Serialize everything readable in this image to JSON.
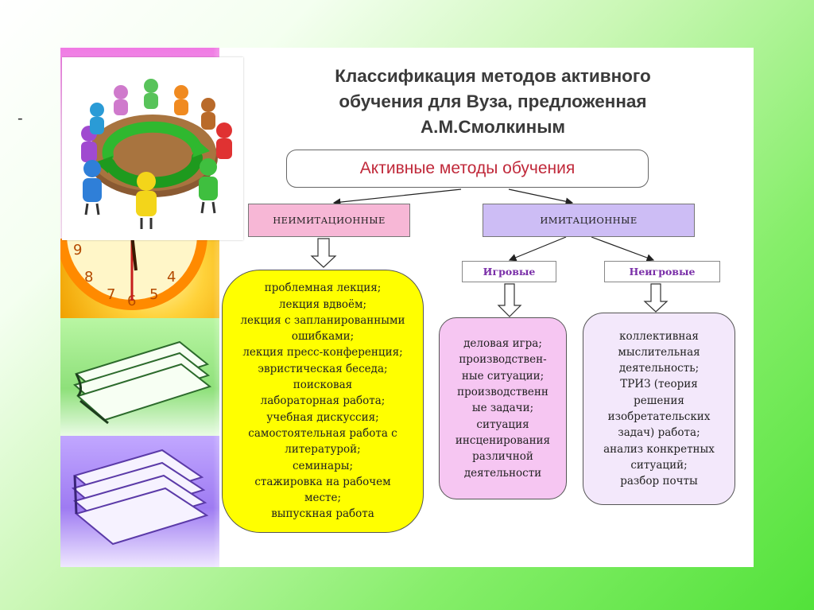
{
  "dash": "-",
  "title": {
    "lines": [
      "Классификация методов активного",
      "обучения для Вуза, предложенная",
      "А.М.Смолкиным"
    ]
  },
  "diagram": {
    "root": "Активные методы обучения",
    "non_imitation": {
      "label": "НЕИМИТАЦИОННЫЕ",
      "items": [
        "проблемная лекция;",
        "лекция вдвоём;",
        "лекция с запланированными",
        "ошибками;",
        "лекция пресс-конференция;",
        "эвристическая беседа;",
        "поисковая",
        "лабораторная работа;",
        "учебная дискуссия;",
        "самостоятельная работа с",
        "литературой;",
        "семинары;",
        "стажировка на рабочем",
        "месте;",
        "выпускная работа"
      ]
    },
    "imitation": {
      "label": "ИМИТАЦИОННЫЕ",
      "game": {
        "label": "Игровые",
        "items": [
          "деловая игра;",
          "производствен-",
          "ные  ситуации;",
          "производственн",
          "ые  задачи;",
          "ситуация",
          "инсценирования",
          "различной",
          "деятельности"
        ]
      },
      "non_game": {
        "label": "Неигровые",
        "items": [
          "коллективная",
          "мыслительная",
          "деятельность;",
          "ТРИЗ (теория",
          "решения",
          "изобретательских",
          "задач)  работа;",
          "анализ конкретных",
          "ситуаций;",
          "разбор почты"
        ]
      }
    }
  },
  "colors": {
    "root_text": "#c0293a",
    "non_imitation_fill": "#f7b7d6",
    "imitation_fill": "#cdbdf5",
    "sub_label_text": "#7a2fa8",
    "left_box_fill": "#ffff00",
    "mid_box_fill": "#f6c6f2",
    "right_box_fill": "#f3e8fb"
  }
}
